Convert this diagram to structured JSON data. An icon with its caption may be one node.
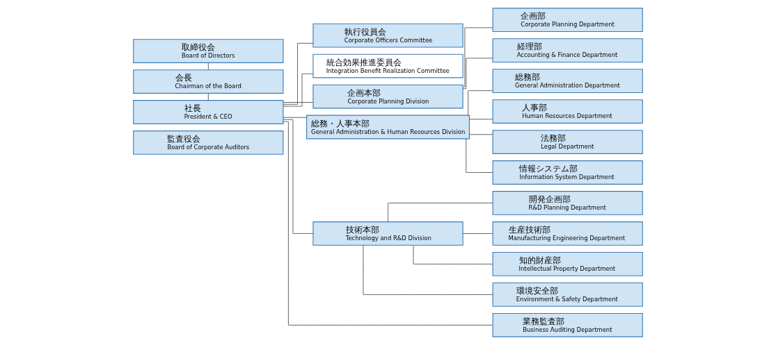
{
  "diagram": {
    "nodes": [
      {
        "text": [
          "取締役会",
          "Board of Directors"
        ]
      },
      {
        "text": [
          "会長",
          "Chairman of the Board"
        ]
      },
      {
        "text": [
          "社長",
          "President & CEO"
        ]
      },
      {
        "text": [
          "執行役員会",
          "Corporate Officers Committee"
        ]
      },
      {
        "text": [
          "統合効果推進委員会",
          "Integration Benefit Realization Committee"
        ]
      },
      {
        "text": [
          "監査役会",
          "Board of Corporate Auditors"
        ]
      },
      {
        "text": [
          "企画本部",
          "Corporate Planning Division"
        ]
      },
      {
        "text": [
          "総務・人事本部",
          "General Administration & Human Resources Division"
        ]
      },
      {
        "text": [
          "技術本部",
          "Technology and R&D Division"
        ]
      },
      {
        "text": [
          "企画部",
          "Corporate Planning Department"
        ]
      },
      {
        "text": [
          "経理部",
          "Accounting & Finance Department"
        ]
      },
      {
        "text": [
          "総務部",
          "General Administration Department"
        ]
      },
      {
        "text": [
          "人事部",
          "Human Resources Department"
        ]
      },
      {
        "text": [
          "法務部",
          "Legal Department"
        ]
      },
      {
        "text": [
          "情報システム部",
          "Information System Department"
        ]
      },
      {
        "text": [
          "開発企画部",
          "R&D Planning Department"
        ]
      },
      {
        "text": [
          "生産技術部",
          "Manufacturing Engineering Department"
        ]
      },
      {
        "text": [
          "知的財産部",
          "Intellectual Property Department"
        ]
      },
      {
        "text": [
          "環境安全部",
          "Environment & Safety Department"
        ]
      },
      {
        "text": [
          "業務監査部",
          "Business Auditing Department"
        ]
      }
    ],
    "edges": [
      {
        "from": 0,
        "to": 1,
        "arrow": "none"
      },
      {
        "from": 1,
        "to": 2,
        "arrow": "none"
      },
      {
        "from": 2,
        "to": 3,
        "arrow": "none"
      },
      {
        "from": 2,
        "to": 4,
        "arrow": "none"
      },
      {
        "from": 2,
        "to": 6,
        "arrow": "none"
      },
      {
        "from": 2,
        "to": 7,
        "arrow": "none"
      },
      {
        "from": 2,
        "to": 8,
        "arrow": "none"
      },
      {
        "from": 2,
        "to": 19,
        "arrow": "none"
      },
      {
        "from": 6,
        "to": 9,
        "arrow": "none"
      },
      {
        "from": 6,
        "to": 10,
        "arrow": "none"
      },
      {
        "from": 7,
        "to": 11,
        "arrow": "none"
      },
      {
        "from": 7,
        "to": 12,
        "arrow": "none"
      },
      {
        "from": 7,
        "to": 13,
        "arrow": "none"
      },
      {
        "from": 7,
        "to": 14,
        "arrow": "none"
      },
      {
        "from": 8,
        "to": 15,
        "arrow": "none"
      },
      {
        "from": 8,
        "to": 16,
        "arrow": "none"
      },
      {
        "from": 8,
        "to": 17,
        "arrow": "none"
      },
      {
        "from": 8,
        "to": 18,
        "arrow": "none"
      }
    ]
  }
}
